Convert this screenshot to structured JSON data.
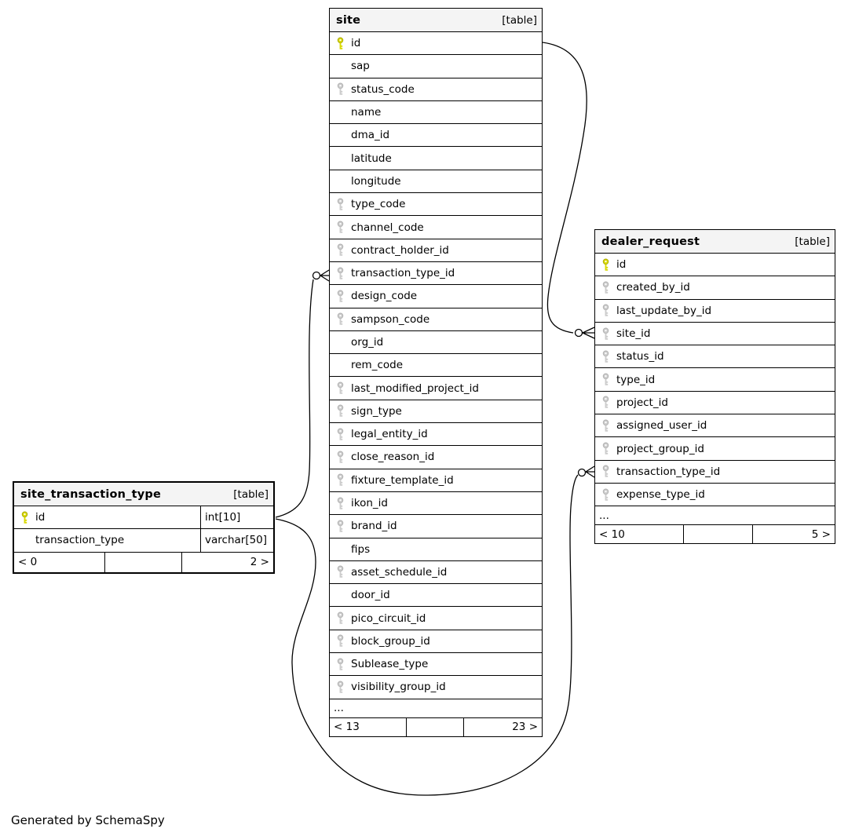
{
  "credit": "Generated by SchemaSpy",
  "colors": {
    "pk_fill": "#d9d900",
    "pk_stroke": "#a8a800",
    "fk_fill": "#cccccc",
    "fk_stroke": "#b0b0b0",
    "header_bg": "#f4f4f4",
    "border": "#000000"
  },
  "tables": [
    {
      "id": "site",
      "name": "site",
      "badge": "[table]",
      "columns": [
        {
          "label": "id",
          "key": "pk"
        },
        {
          "label": "sap",
          "key": "none"
        },
        {
          "label": "status_code",
          "key": "fk"
        },
        {
          "label": "name",
          "key": "none"
        },
        {
          "label": "dma_id",
          "key": "none"
        },
        {
          "label": "latitude",
          "key": "none"
        },
        {
          "label": "longitude",
          "key": "none"
        },
        {
          "label": "type_code",
          "key": "fk"
        },
        {
          "label": "channel_code",
          "key": "fk"
        },
        {
          "label": "contract_holder_id",
          "key": "fk"
        },
        {
          "label": "transaction_type_id",
          "key": "fk"
        },
        {
          "label": "design_code",
          "key": "fk"
        },
        {
          "label": "sampson_code",
          "key": "fk"
        },
        {
          "label": "org_id",
          "key": "none"
        },
        {
          "label": "rem_code",
          "key": "none"
        },
        {
          "label": "last_modified_project_id",
          "key": "fk"
        },
        {
          "label": "sign_type",
          "key": "fk"
        },
        {
          "label": "legal_entity_id",
          "key": "fk"
        },
        {
          "label": "close_reason_id",
          "key": "fk"
        },
        {
          "label": "fixture_template_id",
          "key": "fk"
        },
        {
          "label": "ikon_id",
          "key": "fk"
        },
        {
          "label": "brand_id",
          "key": "fk"
        },
        {
          "label": "fips",
          "key": "none"
        },
        {
          "label": "asset_schedule_id",
          "key": "fk"
        },
        {
          "label": "door_id",
          "key": "none"
        },
        {
          "label": "pico_circuit_id",
          "key": "fk"
        },
        {
          "label": "block_group_id",
          "key": "fk"
        },
        {
          "label": "Sublease_type",
          "key": "fk"
        },
        {
          "label": "visibility_group_id",
          "key": "fk"
        }
      ],
      "ellipsis": "...",
      "footer": {
        "left": "< 13",
        "center": "",
        "right": "23 >"
      }
    },
    {
      "id": "dealer_request",
      "name": "dealer_request",
      "badge": "[table]",
      "columns": [
        {
          "label": "id",
          "key": "pk"
        },
        {
          "label": "created_by_id",
          "key": "fk"
        },
        {
          "label": "last_update_by_id",
          "key": "fk"
        },
        {
          "label": "site_id",
          "key": "fk"
        },
        {
          "label": "status_id",
          "key": "fk"
        },
        {
          "label": "type_id",
          "key": "fk"
        },
        {
          "label": "project_id",
          "key": "fk"
        },
        {
          "label": "assigned_user_id",
          "key": "fk"
        },
        {
          "label": "project_group_id",
          "key": "fk"
        },
        {
          "label": "transaction_type_id",
          "key": "fk"
        },
        {
          "label": "expense_type_id",
          "key": "fk"
        }
      ],
      "ellipsis": "...",
      "footer": {
        "left": "< 10",
        "center": "",
        "right": "5 >"
      }
    },
    {
      "id": "site_transaction_type",
      "name": "site_transaction_type",
      "badge": "[table]",
      "columns": [
        {
          "label": "id",
          "key": "pk",
          "type": "int[10]"
        },
        {
          "label": "transaction_type",
          "key": "none",
          "type": "varchar[50]"
        }
      ],
      "footer": {
        "left": "< 0",
        "center": "",
        "right": "2 >"
      }
    }
  ],
  "relationships": [
    {
      "from": "site.id",
      "to": "dealer_request.site_id",
      "connector": "zero-or-many"
    },
    {
      "from": "site_transaction_type.id",
      "to": "site.transaction_type_id",
      "connector": "zero-or-many"
    },
    {
      "from": "site_transaction_type.id",
      "to": "dealer_request.transaction_type_id",
      "connector": "zero-or-many"
    }
  ]
}
